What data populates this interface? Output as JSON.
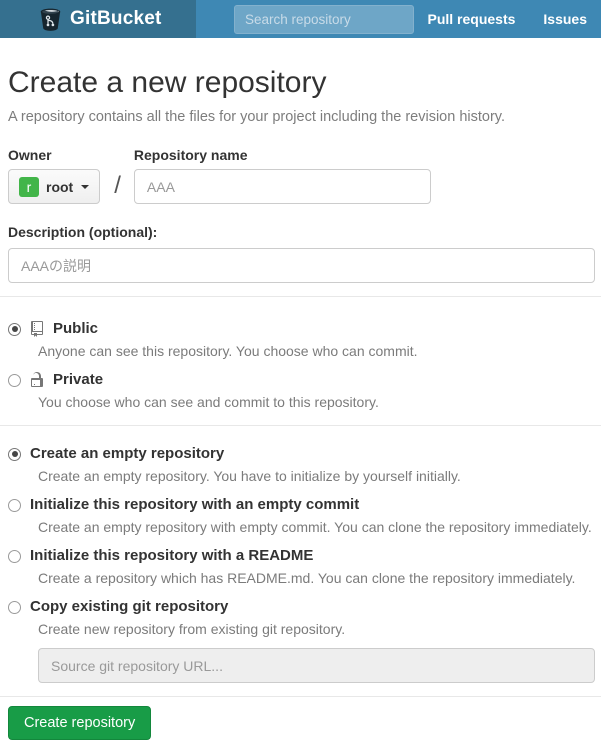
{
  "navbar": {
    "brand": "GitBucket",
    "search_placeholder": "Search repository",
    "links": [
      {
        "label": "Pull requests"
      },
      {
        "label": "Issues"
      }
    ]
  },
  "header": {
    "title": "Create a new repository",
    "subtitle": "A repository contains all the files for your project including the revision history."
  },
  "form": {
    "owner_label": "Owner",
    "owner_value": "root",
    "owner_avatar_letter": "r",
    "separator": "/",
    "repo_name_label": "Repository name",
    "repo_name_value": "AAA",
    "description_label": "Description (optional):",
    "description_value": "AAAの説明",
    "visibility_options": [
      {
        "label": "Public",
        "description": "Anyone can see this repository. You choose who can commit.",
        "selected": true,
        "icon": "repo-icon"
      },
      {
        "label": "Private",
        "description": "You choose who can see and commit to this repository.",
        "selected": false,
        "icon": "lock-icon"
      }
    ],
    "init_options": [
      {
        "label": "Create an empty repository",
        "description": "Create an empty repository. You have to initialize by yourself initially.",
        "selected": true
      },
      {
        "label": "Initialize this repository with an empty commit",
        "description": "Create an empty repository with empty commit. You can clone the repository immediately.",
        "selected": false
      },
      {
        "label": "Initialize this repository with a README",
        "description": "Create a repository which has README.md. You can clone the repository immediately.",
        "selected": false
      },
      {
        "label": "Copy existing git repository",
        "description": "Create new repository from existing git repository.",
        "selected": false
      }
    ],
    "source_url_placeholder": "Source git repository URL...",
    "submit_label": "Create repository"
  },
  "colors": {
    "navbar_brand_bg": "#35708f",
    "navbar_bg": "#3e88b4",
    "search_bg": "#6ea6c7",
    "avatar_green": "#42b549",
    "button_green": "#189c47",
    "heading_text": "#333333",
    "muted_text": "#7b7b7b"
  }
}
